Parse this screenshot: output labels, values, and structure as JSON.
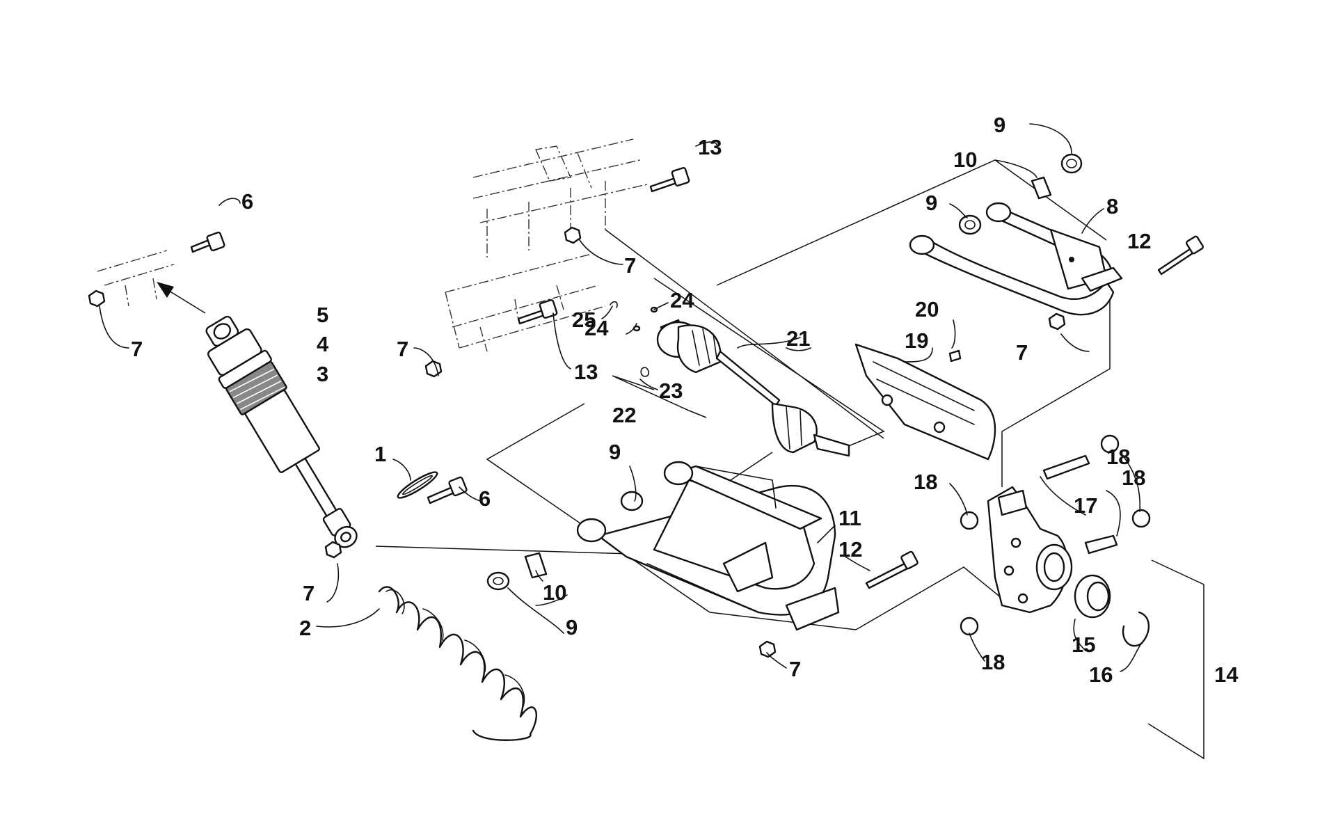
{
  "diagram": {
    "colors": {
      "ink": "#111111",
      "background": "#ffffff"
    },
    "callouts": [
      {
        "id": "c1",
        "text": "1"
      },
      {
        "id": "c2",
        "text": "2"
      },
      {
        "id": "c3",
        "text": "3"
      },
      {
        "id": "c4",
        "text": "4"
      },
      {
        "id": "c5",
        "text": "5"
      },
      {
        "id": "c6a",
        "text": "6"
      },
      {
        "id": "c6b",
        "text": "6"
      },
      {
        "id": "c7a",
        "text": "7"
      },
      {
        "id": "c7b",
        "text": "7"
      },
      {
        "id": "c7c",
        "text": "7"
      },
      {
        "id": "c7d",
        "text": "7"
      },
      {
        "id": "c7e",
        "text": "7"
      },
      {
        "id": "c7f",
        "text": "7"
      },
      {
        "id": "c8",
        "text": "8"
      },
      {
        "id": "c9a",
        "text": "9"
      },
      {
        "id": "c9b",
        "text": "9"
      },
      {
        "id": "c9c",
        "text": "9"
      },
      {
        "id": "c9d",
        "text": "9"
      },
      {
        "id": "c10a",
        "text": "10"
      },
      {
        "id": "c10b",
        "text": "10"
      },
      {
        "id": "c11",
        "text": "11"
      },
      {
        "id": "c12a",
        "text": "12"
      },
      {
        "id": "c12b",
        "text": "12"
      },
      {
        "id": "c13a",
        "text": "13"
      },
      {
        "id": "c13b",
        "text": "13"
      },
      {
        "id": "c14",
        "text": "14"
      },
      {
        "id": "c15",
        "text": "15"
      },
      {
        "id": "c16",
        "text": "16"
      },
      {
        "id": "c17",
        "text": "17"
      },
      {
        "id": "c18a",
        "text": "18"
      },
      {
        "id": "c18b",
        "text": "18"
      },
      {
        "id": "c18c",
        "text": "18"
      },
      {
        "id": "c18d",
        "text": "18"
      },
      {
        "id": "c19",
        "text": "19"
      },
      {
        "id": "c20",
        "text": "20"
      },
      {
        "id": "c21",
        "text": "21"
      },
      {
        "id": "c22",
        "text": "22"
      },
      {
        "id": "c23",
        "text": "23"
      },
      {
        "id": "c24a",
        "text": "24"
      },
      {
        "id": "c24b",
        "text": "24"
      },
      {
        "id": "c25",
        "text": "25"
      }
    ]
  }
}
